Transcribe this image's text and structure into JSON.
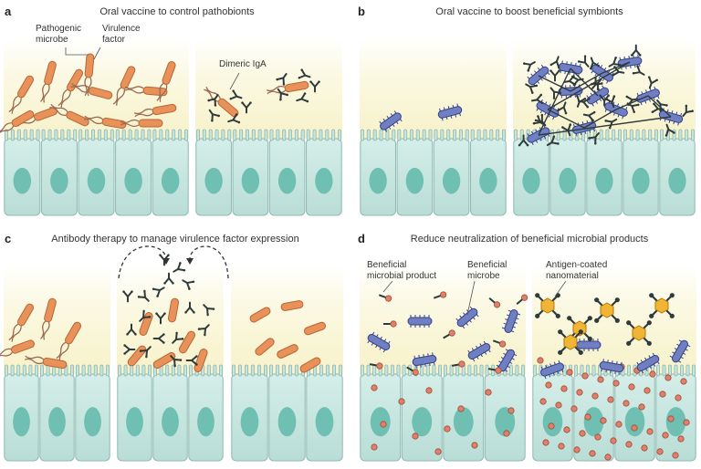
{
  "panels": {
    "a": {
      "letter": "a",
      "title": "Oral vaccine to control pathobionts"
    },
    "b": {
      "letter": "b",
      "title": "Oral vaccine to boost beneficial symbionts"
    },
    "c": {
      "letter": "c",
      "title": "Antibody therapy to manage virulence factor expression"
    },
    "d": {
      "letter": "d",
      "title": "Reduce neutralization of beneficial microbial products"
    }
  },
  "annotations": {
    "pathogenic_microbe": [
      "Pathogenic",
      "microbe"
    ],
    "virulence_factor": [
      "Virulence",
      "factor"
    ],
    "dimeric_iga": "Dimeric IgA",
    "beneficial_product": [
      "Beneficial",
      "microbial product"
    ],
    "beneficial_microbe": [
      "Beneficial",
      "microbe"
    ],
    "nanomaterial": [
      "Antigen-coated",
      "nanomaterial"
    ]
  },
  "colors": {
    "mucus": "#fbf7d6",
    "epithelium": "#c6e5df",
    "nucleus": "#6fbfb2",
    "pathogen": "#e8925a",
    "symbiont": "#6f7fc2",
    "antibody": "#2f3a3a",
    "product": "#e0806a",
    "nanoparticle": "#f2b435"
  }
}
